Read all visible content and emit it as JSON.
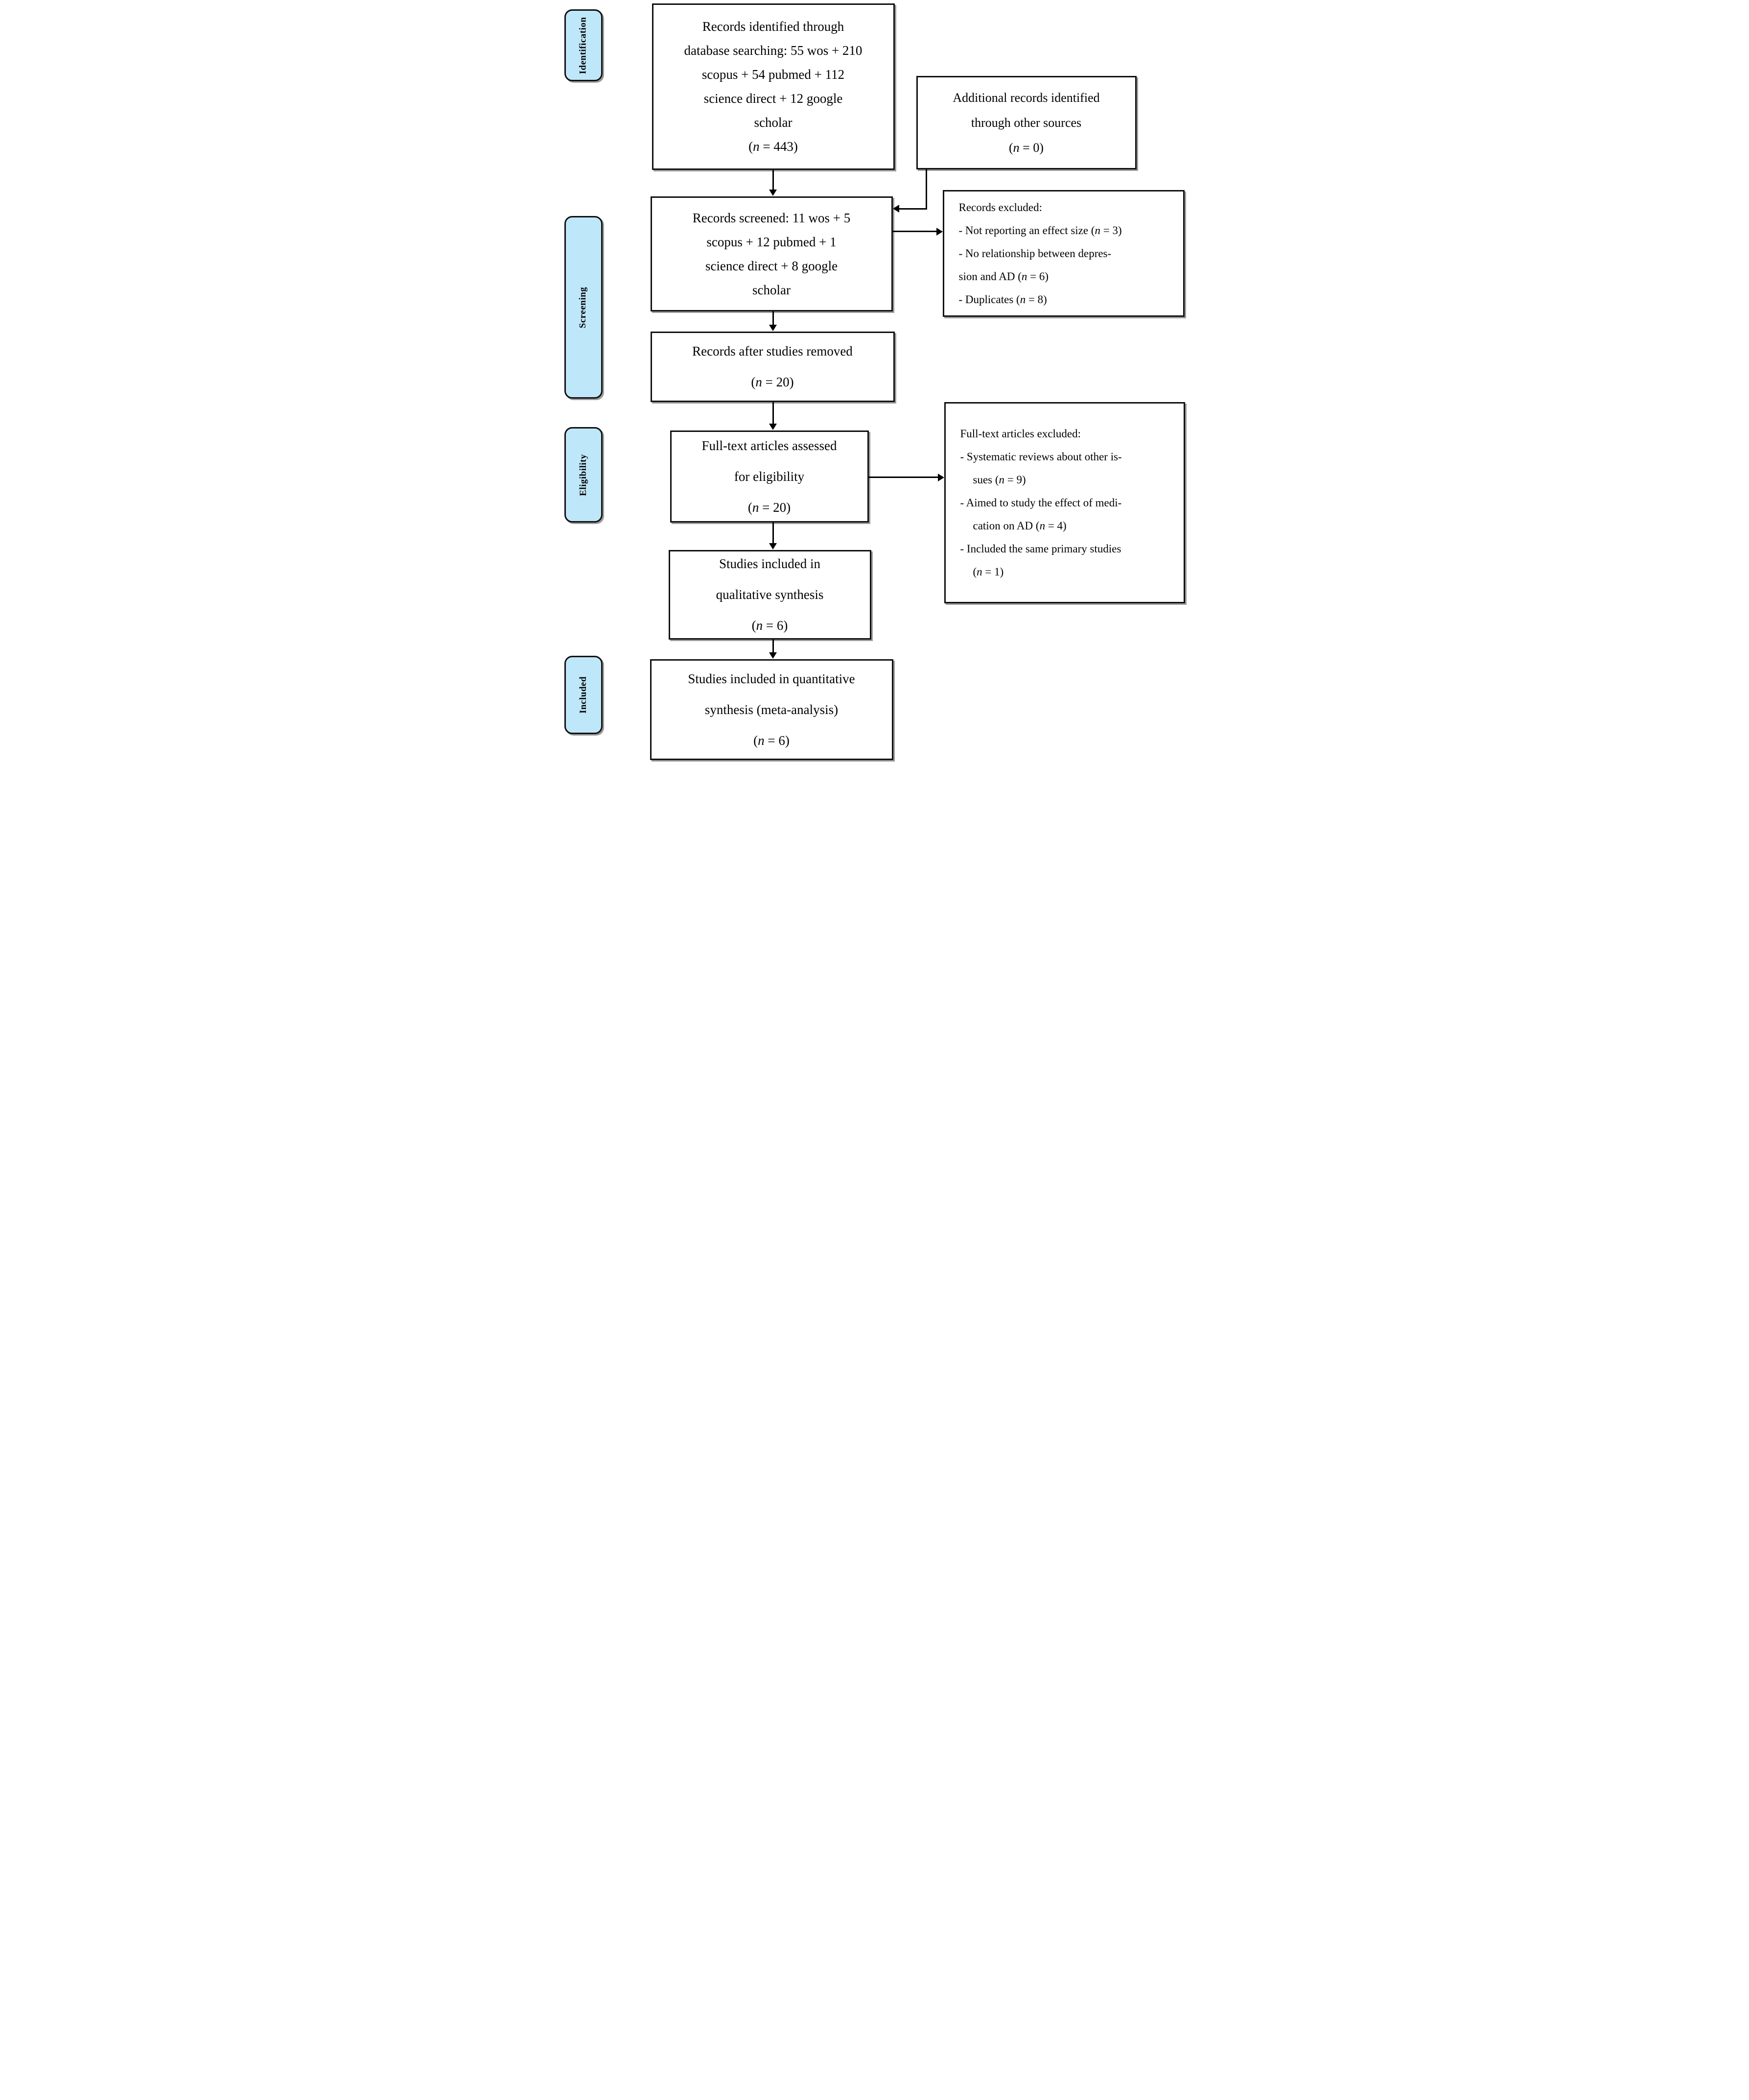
{
  "diagram": {
    "stages": [
      "Identification",
      "Screening",
      "Eligibility",
      "Included"
    ],
    "boxes": {
      "identified": {
        "lines": [
          "Records identified through",
          "database searching: 55 wos + 210",
          "scopus + 54 pubmed + 112",
          "science direct + 12 google",
          "scholar",
          "(n = 443)"
        ]
      },
      "additional": {
        "lines": [
          "Additional records identified",
          "through other sources",
          "(n = 0)"
        ]
      },
      "screened": {
        "lines": [
          "Records screened: 11 wos + 5",
          "scopus + 12 pubmed + 1",
          "science direct + 8 google",
          "scholar"
        ]
      },
      "records_excluded": {
        "lines": [
          "Records excluded:",
          "- Not reporting an effect size (n = 3)",
          "- No relationship between depres-",
          "sion and AD (n = 6)",
          "- Duplicates (n = 8)"
        ]
      },
      "after_removed": {
        "lines": [
          "Records after studies removed",
          "(n = 20)"
        ]
      },
      "assessed": {
        "lines": [
          "Full-text articles assessed",
          "for eligibility",
          "(n = 20)"
        ]
      },
      "fulltext_excluded": {
        "lines": [
          "Full-text articles excluded:",
          {
            "t": "- Systematic reviews about other is-"
          },
          {
            "t": "sues (n = 9)",
            "indent": true
          },
          {
            "t": "- Aimed to study the effect of medi-"
          },
          {
            "t": "cation on AD (n = 4)",
            "indent": true
          },
          {
            "t": "- Included the same primary studies"
          },
          {
            "t": "(n = 1)",
            "indent": true
          }
        ]
      },
      "qualitative": {
        "lines": [
          "Studies included in",
          "qualitative synthesis",
          "(n = 6)"
        ]
      },
      "quantitative": {
        "lines": [
          "Studies included in quantitative",
          "synthesis (meta-analysis)",
          "(n = 6)"
        ]
      }
    },
    "colors": {
      "stage_fill": "#bfe7fa",
      "box_border": "#111111",
      "arrow": "#000000",
      "text": "#000000"
    }
  }
}
